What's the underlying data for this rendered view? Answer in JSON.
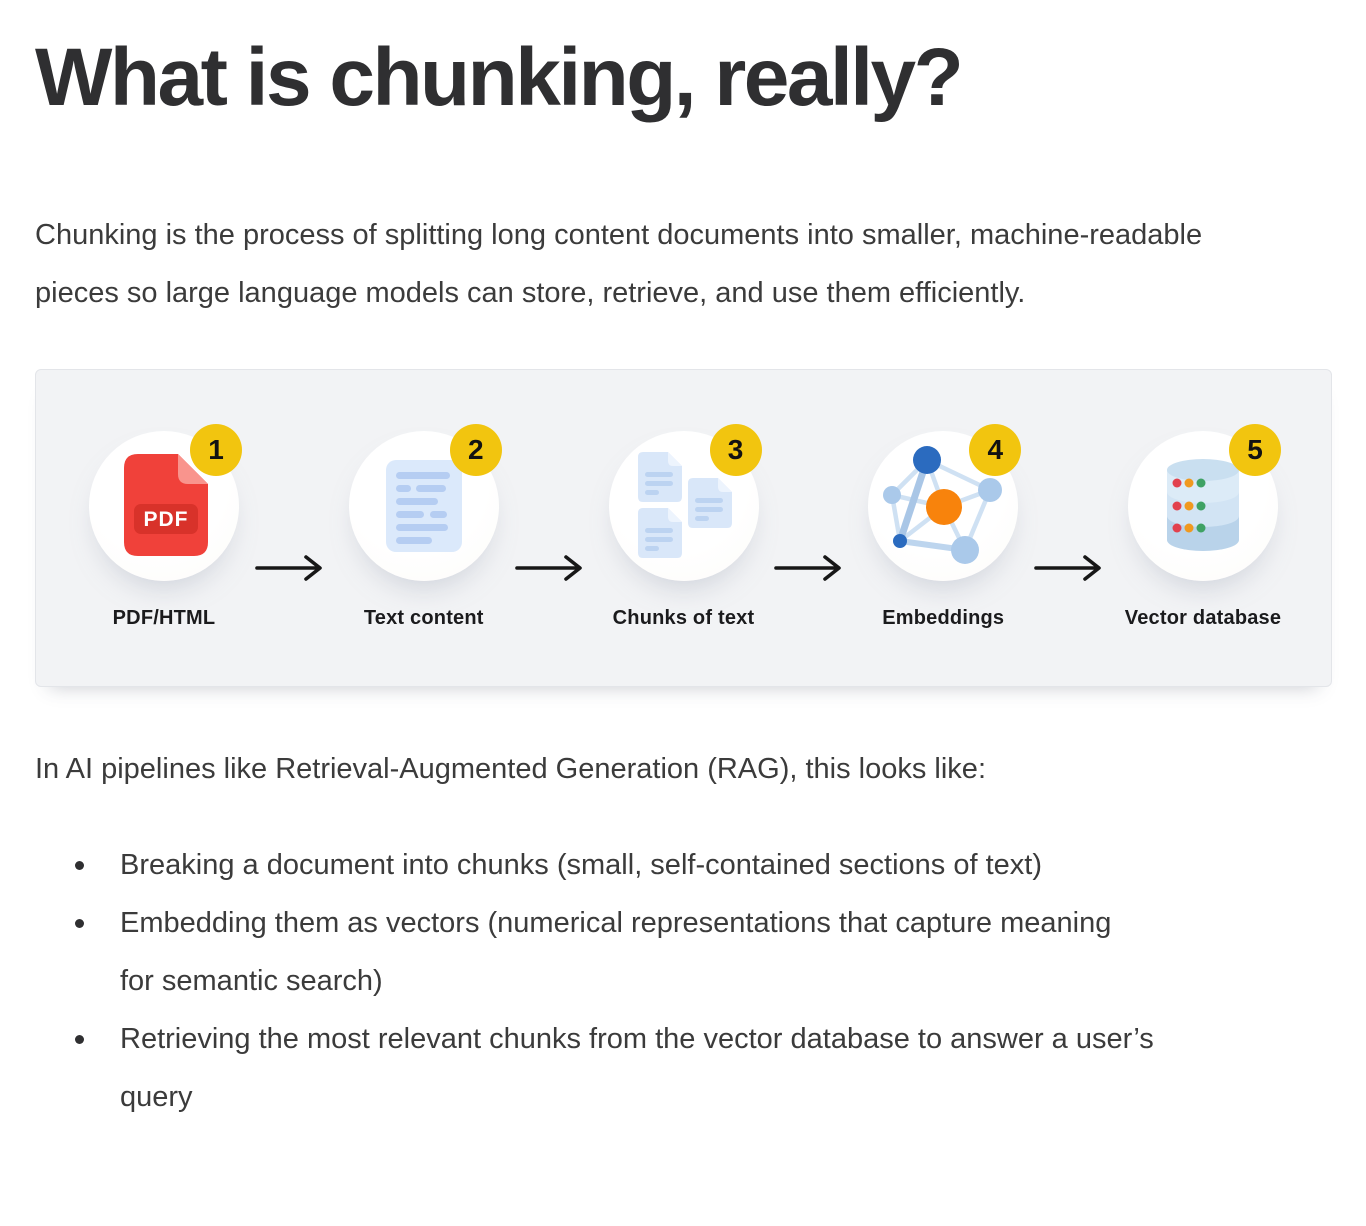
{
  "page": {
    "title": "What is chunking, really?",
    "intro": "Chunking is the process of splitting long content documents into smaller, machine-readable pieces so large language models can store, retrieve, and use them efficiently.",
    "rag_line": "In AI pipelines like Retrieval-Augmented Generation (RAG), this looks like:",
    "bullets": [
      "Breaking a document into chunks (small, self-contained sections of text)",
      "Embedding them as vectors (numerical representations that capture meaning for semantic search)",
      "Retrieving the most relevant chunks from the vector database to answer a user’s query"
    ]
  },
  "diagram": {
    "steps": [
      {
        "number": "1",
        "label": "PDF/HTML",
        "icon": "pdf-file-icon"
      },
      {
        "number": "2",
        "label": "Text content",
        "icon": "text-document-icon"
      },
      {
        "number": "3",
        "label": "Chunks of text",
        "icon": "text-chunks-icon"
      },
      {
        "number": "4",
        "label": "Embeddings",
        "icon": "embedding-graph-icon"
      },
      {
        "number": "5",
        "label": "Vector database",
        "icon": "vector-database-icon"
      }
    ],
    "pdf_badge_text": "PDF",
    "colors": {
      "badge_yellow": "#F2C50F",
      "panel_bg": "#F2F3F5",
      "pdf_red": "#F0413A",
      "pdf_band_red": "#D8322A",
      "doc_blue": "#DBE9FB",
      "doc_line_blue": "#B5CDF2",
      "node_dark_blue": "#2B6BBF",
      "node_orange": "#F8830C",
      "node_light_blue": "#AAC9EA",
      "dot_red": "#E2414E",
      "dot_orange": "#F0991F",
      "dot_green": "#3FA264"
    }
  }
}
